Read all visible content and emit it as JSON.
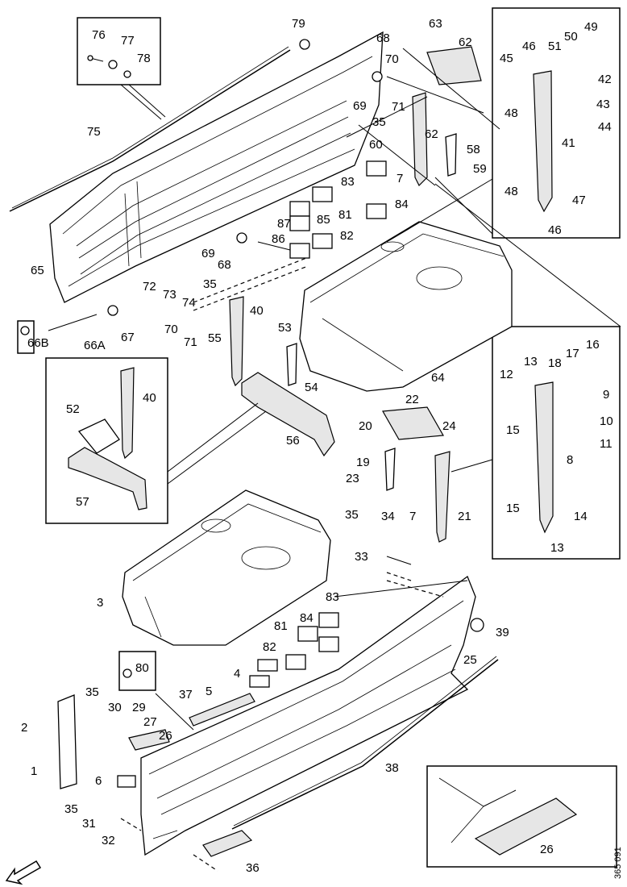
{
  "diagram": {
    "doc_id": "365 091",
    "callouts": [
      {
        "id": "c76",
        "text": "76"
      },
      {
        "id": "c77",
        "text": "77"
      },
      {
        "id": "c78",
        "text": "78"
      },
      {
        "id": "c75",
        "text": "75"
      },
      {
        "id": "c79",
        "text": "79"
      },
      {
        "id": "c68a",
        "text": "68"
      },
      {
        "id": "c70a",
        "text": "70"
      },
      {
        "id": "c69a",
        "text": "69"
      },
      {
        "id": "c71a",
        "text": "71"
      },
      {
        "id": "c35a",
        "text": "35"
      },
      {
        "id": "c63",
        "text": "63"
      },
      {
        "id": "c62a",
        "text": "62"
      },
      {
        "id": "c62b",
        "text": "62"
      },
      {
        "id": "c60",
        "text": "60"
      },
      {
        "id": "c58",
        "text": "58"
      },
      {
        "id": "c59",
        "text": "59"
      },
      {
        "id": "c7a",
        "text": "7"
      },
      {
        "id": "c83a",
        "text": "83"
      },
      {
        "id": "c84a",
        "text": "84"
      },
      {
        "id": "c81a",
        "text": "81"
      },
      {
        "id": "c85",
        "text": "85"
      },
      {
        "id": "c87",
        "text": "87"
      },
      {
        "id": "c86",
        "text": "86"
      },
      {
        "id": "c82a",
        "text": "82"
      },
      {
        "id": "c69b",
        "text": "69"
      },
      {
        "id": "c68b",
        "text": "68"
      },
      {
        "id": "c65",
        "text": "65"
      },
      {
        "id": "c72",
        "text": "72"
      },
      {
        "id": "c73",
        "text": "73"
      },
      {
        "id": "c35b",
        "text": "35"
      },
      {
        "id": "c74",
        "text": "74"
      },
      {
        "id": "c40a",
        "text": "40"
      },
      {
        "id": "c70b",
        "text": "70"
      },
      {
        "id": "c71b",
        "text": "71"
      },
      {
        "id": "c55",
        "text": "55"
      },
      {
        "id": "c66b",
        "text": "66B"
      },
      {
        "id": "c66a",
        "text": "66A"
      },
      {
        "id": "c67",
        "text": "67"
      },
      {
        "id": "c53",
        "text": "53"
      },
      {
        "id": "c54",
        "text": "54"
      },
      {
        "id": "c64",
        "text": "64"
      },
      {
        "id": "c56",
        "text": "56"
      },
      {
        "id": "c52",
        "text": "52"
      },
      {
        "id": "c40b",
        "text": "40"
      },
      {
        "id": "c57",
        "text": "57"
      },
      {
        "id": "c22",
        "text": "22"
      },
      {
        "id": "c20",
        "text": "20"
      },
      {
        "id": "c24",
        "text": "24"
      },
      {
        "id": "c19",
        "text": "19"
      },
      {
        "id": "c23",
        "text": "23"
      },
      {
        "id": "c21",
        "text": "21"
      },
      {
        "id": "c7b",
        "text": "7"
      },
      {
        "id": "c35c",
        "text": "35"
      },
      {
        "id": "c34",
        "text": "34"
      },
      {
        "id": "c33",
        "text": "33"
      },
      {
        "id": "c49",
        "text": "49"
      },
      {
        "id": "c50",
        "text": "50"
      },
      {
        "id": "c51",
        "text": "51"
      },
      {
        "id": "c46a",
        "text": "46"
      },
      {
        "id": "c45",
        "text": "45"
      },
      {
        "id": "c42",
        "text": "42"
      },
      {
        "id": "c43",
        "text": "43"
      },
      {
        "id": "c48a",
        "text": "48"
      },
      {
        "id": "c44",
        "text": "44"
      },
      {
        "id": "c41",
        "text": "41"
      },
      {
        "id": "c48b",
        "text": "48"
      },
      {
        "id": "c47",
        "text": "47"
      },
      {
        "id": "c46b",
        "text": "46"
      },
      {
        "id": "c16",
        "text": "16"
      },
      {
        "id": "c17",
        "text": "17"
      },
      {
        "id": "c13a",
        "text": "13"
      },
      {
        "id": "c18",
        "text": "18"
      },
      {
        "id": "c12",
        "text": "12"
      },
      {
        "id": "c9",
        "text": "9"
      },
      {
        "id": "c15a",
        "text": "15"
      },
      {
        "id": "c10",
        "text": "10"
      },
      {
        "id": "c11",
        "text": "11"
      },
      {
        "id": "c8",
        "text": "8"
      },
      {
        "id": "c15b",
        "text": "15"
      },
      {
        "id": "c14",
        "text": "14"
      },
      {
        "id": "c13b",
        "text": "13"
      },
      {
        "id": "c3",
        "text": "3"
      },
      {
        "id": "c83b",
        "text": "83"
      },
      {
        "id": "c81b",
        "text": "81"
      },
      {
        "id": "c84b",
        "text": "84"
      },
      {
        "id": "c82b",
        "text": "82"
      },
      {
        "id": "c39",
        "text": "39"
      },
      {
        "id": "c25",
        "text": "25"
      },
      {
        "id": "c80",
        "text": "80"
      },
      {
        "id": "c4",
        "text": "4"
      },
      {
        "id": "c5",
        "text": "5"
      },
      {
        "id": "c37",
        "text": "37"
      },
      {
        "id": "c35d",
        "text": "35"
      },
      {
        "id": "c30",
        "text": "30"
      },
      {
        "id": "c29",
        "text": "29"
      },
      {
        "id": "c27",
        "text": "27"
      },
      {
        "id": "c26a",
        "text": "26"
      },
      {
        "id": "c2",
        "text": "2"
      },
      {
        "id": "c1",
        "text": "1"
      },
      {
        "id": "c6",
        "text": "6"
      },
      {
        "id": "c38",
        "text": "38"
      },
      {
        "id": "c35e",
        "text": "35"
      },
      {
        "id": "c31",
        "text": "31"
      },
      {
        "id": "c32",
        "text": "32"
      },
      {
        "id": "c36",
        "text": "36"
      },
      {
        "id": "c26b",
        "text": "26"
      }
    ]
  }
}
